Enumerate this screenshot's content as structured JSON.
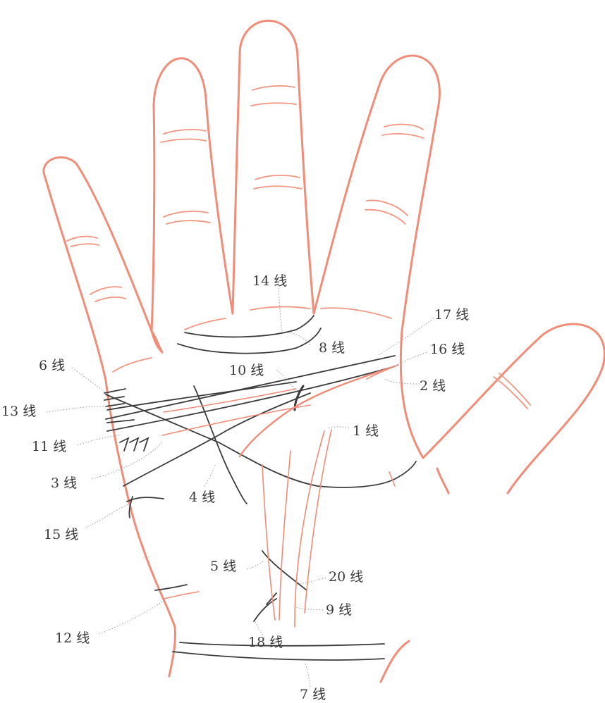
{
  "labels": {
    "l1": "1 线",
    "l2": "2 线",
    "l3": "3 线",
    "l4": "4 线",
    "l5": "5 线",
    "l6": "6 线",
    "l7": "7 线",
    "l8": "8 线",
    "l9": "9 线",
    "l10": "10 线",
    "l11": "11 线",
    "l12": "12 线",
    "l13": "13 线",
    "l14": "14 线",
    "l15": "15 线",
    "l16": "16 线",
    "l17": "17 线",
    "l18": "18 线",
    "l20": "20 线"
  },
  "colors": {
    "outline": "#f08c78",
    "major_lines": "#3b3b3b",
    "label_text": "#3a3a3a"
  }
}
